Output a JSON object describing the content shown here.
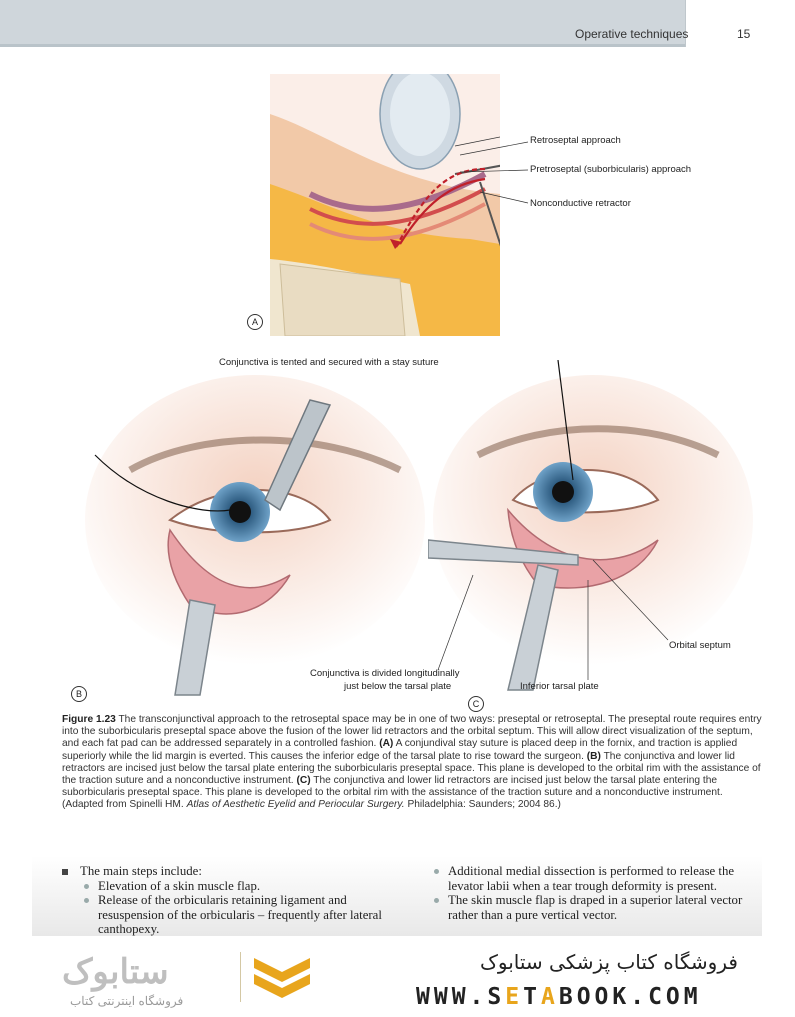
{
  "header": {
    "running_title": "Operative techniques",
    "page_number": "15"
  },
  "figure": {
    "panel_a": {
      "badge": "A",
      "labels": {
        "retroseptal": "Retroseptal approach",
        "preseptal": "Pretroseptal (suborbicularis) approach",
        "retractor": "Nonconductive retractor"
      }
    },
    "panel_b": {
      "badge": "B",
      "labels": {
        "stay_suture": "Conjunctiva is tented and secured with a stay suture",
        "divided_line1": "Conjunctiva is divided longitudinally",
        "divided_line2": "just below the tarsal plate"
      }
    },
    "panel_c": {
      "badge": "C",
      "labels": {
        "orbital_septum": "Orbital septum",
        "tarsal_plate": "Inferior tarsal plate"
      }
    }
  },
  "caption": {
    "figure_label": "Figure 1.23",
    "intro": "The transconjunctival approach to the retroseptal space may be in one of two ways: preseptal or retroseptal. The preseptal route requires entry into the suborbicularis preseptal space above the fusion of the lower lid retractors and the orbital septum. This will allow direct visualization of the septum, and each fat pad can be addressed separately in a controlled fashion.",
    "a_tag": "(A)",
    "a_text": "A conjundival stay suture is placed deep in the fornix, and traction is applied superiorly while the lid margin is everted. This causes the inferior edge of the tarsal plate to rise toward the surgeon.",
    "b_tag": "(B)",
    "b_text": "The conjunctiva and lower lid retractors are incised just below the tarsal plate entering the suborbicularis preseptal space. This plane is developed to the orbital rim with the assistance of the traction suture and a nonconductive instrument.",
    "c_tag": "(C)",
    "c_text": "The conjunctiva and lower lid retractors are incised just below the tarsal plate entering the suborbicularis preseptal space. This plane is developed to the orbital rim with the assistance of the traction suture and a nonconductive instrument. (Adapted from Spinelli HM.",
    "source_title": "Atlas of Aesthetic Eyelid and Periocular Surgery.",
    "source_tail": "Philadelphia: Saunders; 2004 86.)"
  },
  "bullets": {
    "main": "The main steps include:",
    "left_subs": [
      "Elevation of a skin muscle flap.",
      "Release of the orbicularis retaining ligament and resuspension of the orbicularis – frequently after lateral canthopexy."
    ],
    "right_subs": [
      "Additional medial dissection is performed to release the levator labii when a tear trough deformity is present.",
      "The skin muscle flap is draped in a superior lateral vector rather than a pure vertical vector."
    ]
  },
  "footer": {
    "logo_text": "ستابوک",
    "logo_subtitle": "فروشگاه اینترنتی کتاب",
    "store_name": "فروشگاه کتاب پزشکی ستابوک",
    "url_prefix": "WWW.",
    "url_s": "S",
    "url_e": "E",
    "url_t": "T",
    "url_a": "A",
    "url_b": "B",
    "url_rest": "OOK.COM"
  },
  "colors": {
    "header_band": "#cfd6db",
    "accent_red": "#c0202a",
    "footer_gold": "#e8a51c"
  }
}
